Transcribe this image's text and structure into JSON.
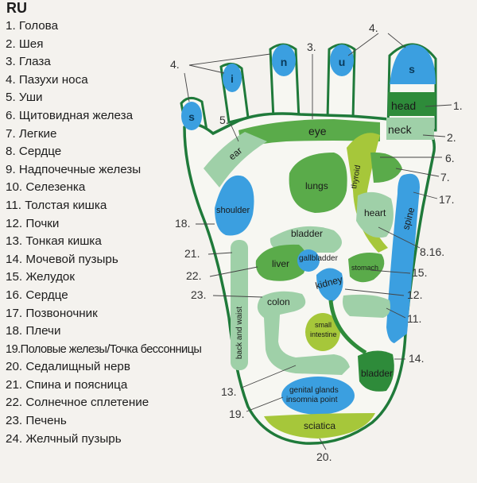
{
  "legend": {
    "title": "RU",
    "items": [
      "1. Голова",
      "2. Шея",
      "3. Глаза",
      "4. Пазухи носа",
      "5. Уши",
      "6. Щитовидная железа",
      "7. Легкие",
      "8. Сердце",
      "9. Надпочечные железы",
      "10. Селезенка",
      "11. Толстая кишка",
      "12. Почки",
      "13. Тонкая кишка",
      "14. Мочевой пузырь",
      "15. Желудок",
      "16. Сердце",
      "17. Позвоночник",
      "18. Плечи",
      "19.Половые железы/Точка бессонницы",
      "20. Седалищный нерв",
      "21. Спина и поясница",
      "22. Солнечное сплетение",
      "23. Печень",
      "24. Желчный пузырь"
    ]
  },
  "toes": [
    "s",
    "i",
    "n",
    "u",
    "s"
  ],
  "regions": {
    "head": "head",
    "neck": "neck",
    "eye": "eye",
    "ear": "ear",
    "thyroid": "thyroid",
    "lungs": "lungs",
    "heart": "heart",
    "spine": "spine",
    "shoulder": "shoulder",
    "bladder_top": "bladder",
    "gallbladder": "gallbladder",
    "liver": "liver",
    "stomach": "stomach",
    "kidney": "kidney",
    "colon": "colon",
    "back_waist": "back and waist",
    "small_intestine_1": "small",
    "small_intestine_2": "intestine",
    "bladder_bottom": "bladder",
    "genital_1": "genital glands",
    "genital_2": "insomnia point",
    "sciatica": "sciatica"
  },
  "numbers": {
    "n1": "1.",
    "n2": "2.",
    "n3": "3.",
    "n4a": "4.",
    "n4b": "4.",
    "n5": "5.",
    "n6": "6.",
    "n7": "7.",
    "n8_16": "8.16.",
    "n11": "11.",
    "n12": "12.",
    "n13": "13.",
    "n14": "14.",
    "n15": "15.",
    "n17": "17.",
    "n18": "18.",
    "n19": "19.",
    "n20": "20.",
    "n21": "21.",
    "n22": "22.",
    "n23": "23."
  },
  "colors": {
    "outline": "#1f7a3a",
    "sole": "#f7f7f2",
    "light_green": "#9fd0a8",
    "mid_green": "#5aab4a",
    "dark_green": "#2e8b3a",
    "yellow_green": "#a6c73a",
    "blue": "#3b9fe0"
  }
}
